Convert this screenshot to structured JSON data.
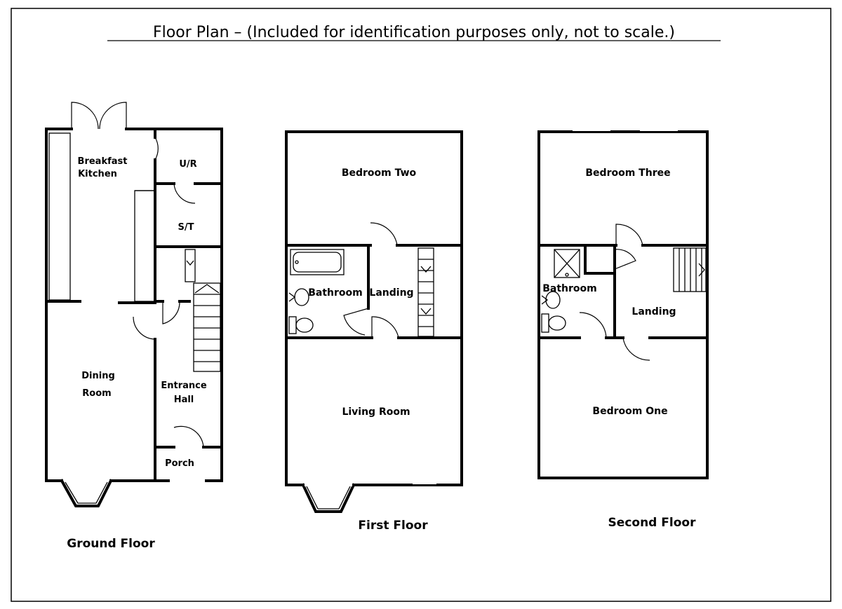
{
  "title": "Floor Plan – (Included for identification purposes only, not to scale.)",
  "floors": {
    "ground": {
      "label": "Ground Floor",
      "rooms": {
        "breakfast_kitchen_1": "Breakfast",
        "breakfast_kitchen_2": "Kitchen",
        "utility": "U/R",
        "store": "S/T",
        "dining_1": "Dining",
        "dining_2": "Room",
        "entrance_1": "Entrance",
        "entrance_2": "Hall",
        "porch": "Porch"
      }
    },
    "first": {
      "label": "First Floor",
      "rooms": {
        "bedroom_two": "Bedroom Two",
        "bathroom": "Bathroom",
        "landing": "Landing",
        "living_room": "Living Room"
      }
    },
    "second": {
      "label": "Second Floor",
      "rooms": {
        "bedroom_three": "Bedroom Three",
        "bathroom": "Bathroom",
        "landing": "Landing",
        "bedroom_one": "Bedroom One"
      }
    }
  }
}
